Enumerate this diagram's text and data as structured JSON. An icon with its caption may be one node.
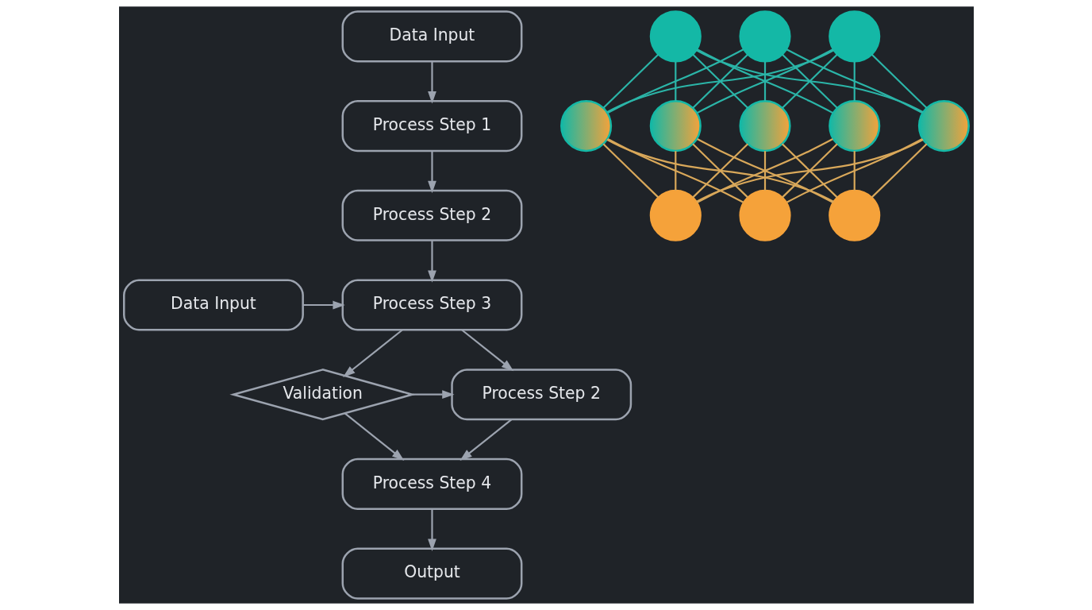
{
  "diagram": {
    "nodes": [
      {
        "text": [
          "Data Input"
        ]
      },
      {
        "text": [
          "Process Step 1"
        ]
      },
      {
        "text": [
          "Process Step 2"
        ]
      },
      {
        "text": [
          "Data Input"
        ]
      },
      {
        "text": [
          "Process Step 3"
        ]
      },
      {
        "text": [
          "Validation"
        ]
      },
      {
        "text": [
          "Process Step 2"
        ]
      },
      {
        "text": [
          "Process Step 4"
        ]
      },
      {
        "text": [
          "Output"
        ]
      },
      {
        "text": [],
        "shape": "circle"
      },
      {
        "text": [],
        "shape": "circle"
      },
      {
        "text": [],
        "shape": "circle"
      },
      {
        "text": [],
        "shape": "circle"
      },
      {
        "text": [],
        "shape": "circle"
      },
      {
        "text": [],
        "shape": "circle"
      },
      {
        "text": [],
        "shape": "circle"
      },
      {
        "text": [],
        "shape": "circle"
      },
      {
        "text": [],
        "shape": "circle"
      },
      {
        "text": [],
        "shape": "circle"
      },
      {
        "text": [],
        "shape": "circle"
      }
    ],
    "edges": [
      {
        "from": 0,
        "to": 1,
        "arrow": "to",
        "color": "#9ca3af"
      },
      {
        "from": 1,
        "to": 2,
        "arrow": "to",
        "color": "#9ca3af"
      },
      {
        "from": 2,
        "to": 4,
        "arrow": "to",
        "color": "#9ca3af"
      },
      {
        "from": 3,
        "to": 4,
        "arrow": "to",
        "color": "#9ca3af"
      },
      {
        "from": 4,
        "to": 5,
        "arrow": "to",
        "color": "#9ca3af"
      },
      {
        "from": 4,
        "to": 6,
        "arrow": "to",
        "color": "#9ca3af"
      },
      {
        "from": 5,
        "to": 6,
        "arrow": "to",
        "color": "#9ca3af"
      },
      {
        "from": 5,
        "to": 7,
        "arrow": "to",
        "color": "#9ca3af"
      },
      {
        "from": 6,
        "to": 7,
        "arrow": "to",
        "color": "#9ca3af"
      },
      {
        "from": 7,
        "to": 8,
        "arrow": "to",
        "color": "#9ca3af"
      },
      {
        "from": 9,
        "to": 12,
        "arrow": "none",
        "color": "#2bb5a8"
      },
      {
        "from": 9,
        "to": 13,
        "arrow": "none",
        "color": "#2bb5a8"
      },
      {
        "from": 9,
        "to": 14,
        "arrow": "none",
        "color": "#2bb5a8"
      },
      {
        "from": 9,
        "to": 15,
        "arrow": "none",
        "color": "#2bb5a8"
      },
      {
        "from": 9,
        "to": 16,
        "arrow": "none",
        "color": "#2bb5a8"
      },
      {
        "from": 10,
        "to": 12,
        "arrow": "none",
        "color": "#2bb5a8"
      },
      {
        "from": 10,
        "to": 13,
        "arrow": "none",
        "color": "#2bb5a8"
      },
      {
        "from": 10,
        "to": 14,
        "arrow": "none",
        "color": "#2bb5a8"
      },
      {
        "from": 10,
        "to": 15,
        "arrow": "none",
        "color": "#2bb5a8"
      },
      {
        "from": 10,
        "to": 16,
        "arrow": "none",
        "color": "#2bb5a8"
      },
      {
        "from": 11,
        "to": 12,
        "arrow": "none",
        "color": "#2bb5a8"
      },
      {
        "from": 11,
        "to": 13,
        "arrow": "none",
        "color": "#2bb5a8"
      },
      {
        "from": 11,
        "to": 14,
        "arrow": "none",
        "color": "#2bb5a8"
      },
      {
        "from": 11,
        "to": 15,
        "arrow": "none",
        "color": "#2bb5a8"
      },
      {
        "from": 11,
        "to": 16,
        "arrow": "none",
        "color": "#2bb5a8"
      },
      {
        "from": 12,
        "to": 17,
        "arrow": "none",
        "color": "#d9a85a"
      },
      {
        "from": 12,
        "to": 18,
        "arrow": "none",
        "color": "#d9a85a"
      },
      {
        "from": 12,
        "to": 19,
        "arrow": "none",
        "color": "#d9a85a"
      },
      {
        "from": 13,
        "to": 17,
        "arrow": "none",
        "color": "#d9a85a"
      },
      {
        "from": 13,
        "to": 18,
        "arrow": "none",
        "color": "#d9a85a"
      },
      {
        "from": 13,
        "to": 19,
        "arrow": "none",
        "color": "#d9a85a"
      },
      {
        "from": 14,
        "to": 17,
        "arrow": "none",
        "color": "#d9a85a"
      },
      {
        "from": 14,
        "to": 18,
        "arrow": "none",
        "color": "#d9a85a"
      },
      {
        "from": 14,
        "to": 19,
        "arrow": "none",
        "color": "#d9a85a"
      },
      {
        "from": 15,
        "to": 17,
        "arrow": "none",
        "color": "#d9a85a"
      },
      {
        "from": 15,
        "to": 18,
        "arrow": "none",
        "color": "#d9a85a"
      },
      {
        "from": 15,
        "to": 19,
        "arrow": "none",
        "color": "#d9a85a"
      },
      {
        "from": 16,
        "to": 17,
        "arrow": "none",
        "color": "#d9a85a"
      },
      {
        "from": 16,
        "to": 18,
        "arrow": "none",
        "color": "#d9a85a"
      },
      {
        "from": 16,
        "to": 19,
        "arrow": "none",
        "color": "#d9a85a"
      }
    ]
  }
}
